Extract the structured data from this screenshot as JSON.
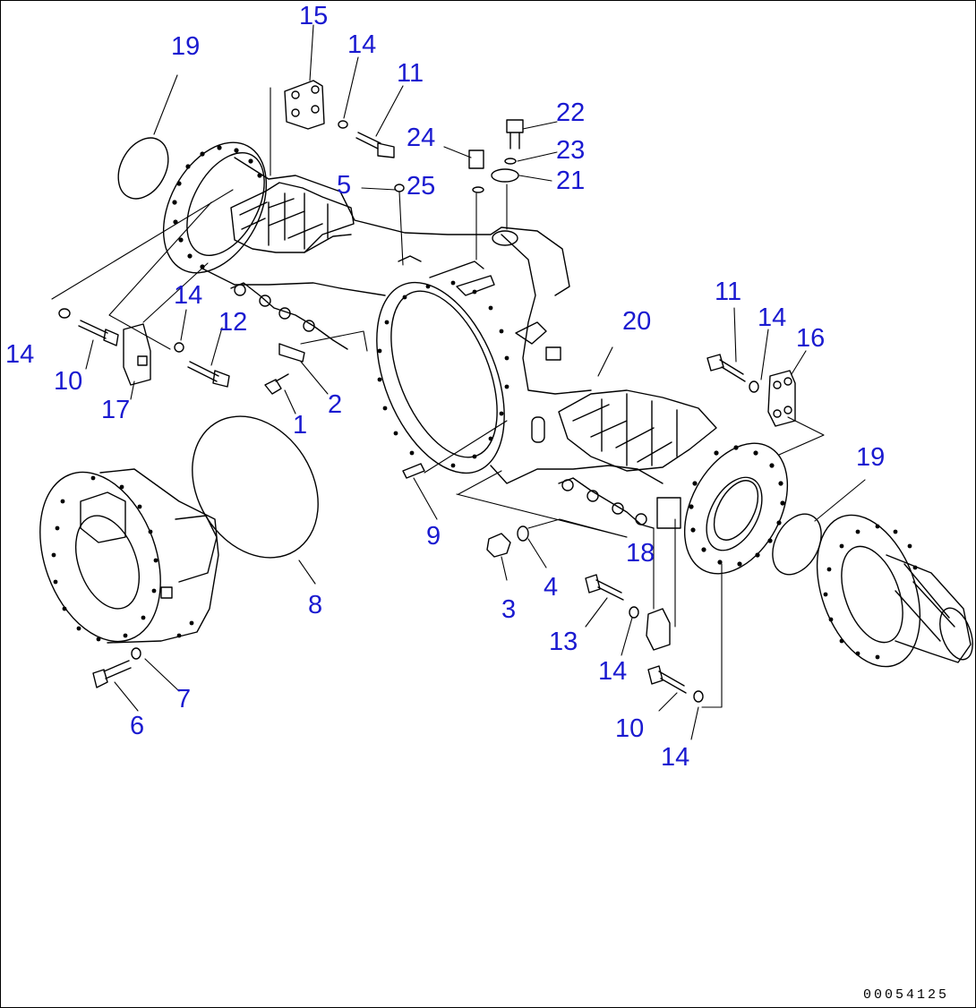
{
  "diagram": {
    "type": "exploded parts diagram",
    "line_color": "#000000",
    "callout_color": "#1a1ad0",
    "drawing_code": "00054125",
    "callouts": [
      {
        "id": "c15",
        "text": "15"
      },
      {
        "id": "c19a",
        "text": "19"
      },
      {
        "id": "c14a",
        "text": "14"
      },
      {
        "id": "c11a",
        "text": "11"
      },
      {
        "id": "c22",
        "text": "22"
      },
      {
        "id": "c24",
        "text": "24"
      },
      {
        "id": "c23",
        "text": "23"
      },
      {
        "id": "c21",
        "text": "21"
      },
      {
        "id": "c5",
        "text": "5"
      },
      {
        "id": "c25",
        "text": "25"
      },
      {
        "id": "c14b",
        "text": "14"
      },
      {
        "id": "c12",
        "text": "12"
      },
      {
        "id": "c14c",
        "text": "14"
      },
      {
        "id": "c10a",
        "text": "10"
      },
      {
        "id": "c17",
        "text": "17"
      },
      {
        "id": "c2",
        "text": "2"
      },
      {
        "id": "c1",
        "text": "1"
      },
      {
        "id": "c20",
        "text": "20"
      },
      {
        "id": "c11b",
        "text": "11"
      },
      {
        "id": "c14d",
        "text": "14"
      },
      {
        "id": "c16",
        "text": "16"
      },
      {
        "id": "c19b",
        "text": "19"
      },
      {
        "id": "c9",
        "text": "9"
      },
      {
        "id": "c18",
        "text": "18"
      },
      {
        "id": "c4",
        "text": "4"
      },
      {
        "id": "c3",
        "text": "3"
      },
      {
        "id": "c8",
        "text": "8"
      },
      {
        "id": "c13",
        "text": "13"
      },
      {
        "id": "c14e",
        "text": "14"
      },
      {
        "id": "c7",
        "text": "7"
      },
      {
        "id": "c6",
        "text": "6"
      },
      {
        "id": "c10b",
        "text": "10"
      },
      {
        "id": "c14f",
        "text": "14"
      }
    ]
  }
}
